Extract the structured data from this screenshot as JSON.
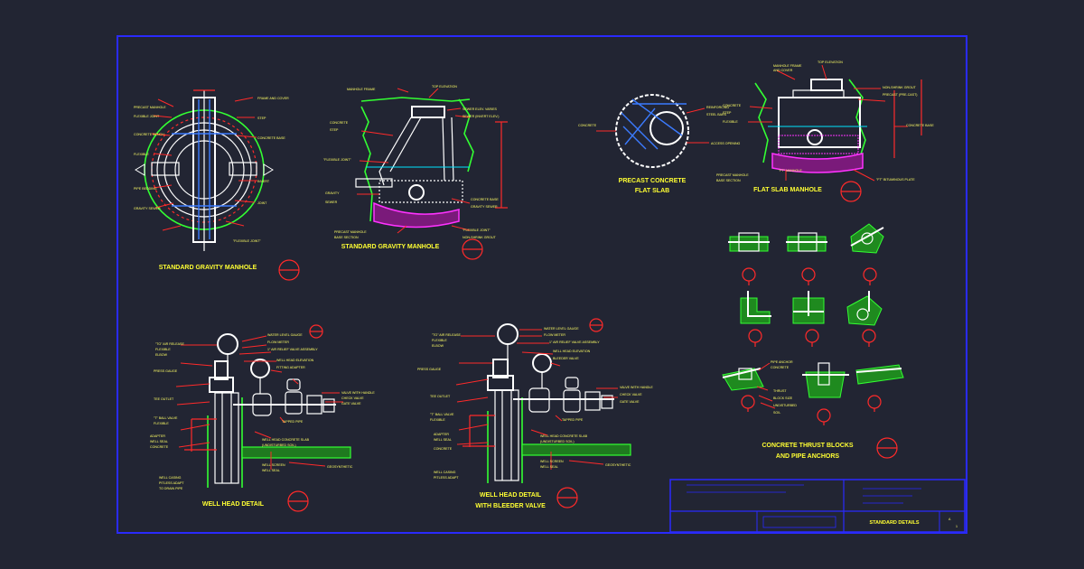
{
  "colors": {
    "background": "#222533",
    "border": "#2a2aff",
    "title_text": "#ffff33",
    "leader": "#ff2a2a",
    "outline": "#ffffff",
    "ground": "#33ff33",
    "pipe": "#3b7bff",
    "gravel": "#ff33ff"
  },
  "titles": {
    "gravity_manhole_plan": "STANDARD GRAVITY MANHOLE",
    "gravity_manhole_section": "STANDARD GRAVITY MANHOLE",
    "precast_line1": "PRECAST CONCRETE",
    "precast_line2": "FLAT SLAB",
    "flat_slab_manhole": "FLAT SLAB MANHOLE",
    "well_head": "WELL HEAD DETAIL",
    "well_head_bleeder_line1": "WELL HEAD DETAIL",
    "well_head_bleeder_line2": "WITH BLEEDER VALVE",
    "thrust_line1": "CONCRETE THRUST BLOCKS",
    "thrust_line2": "AND PIPE ANCHORS"
  },
  "title_block": {
    "sheet_name": "STANDARD DETAILS"
  }
}
